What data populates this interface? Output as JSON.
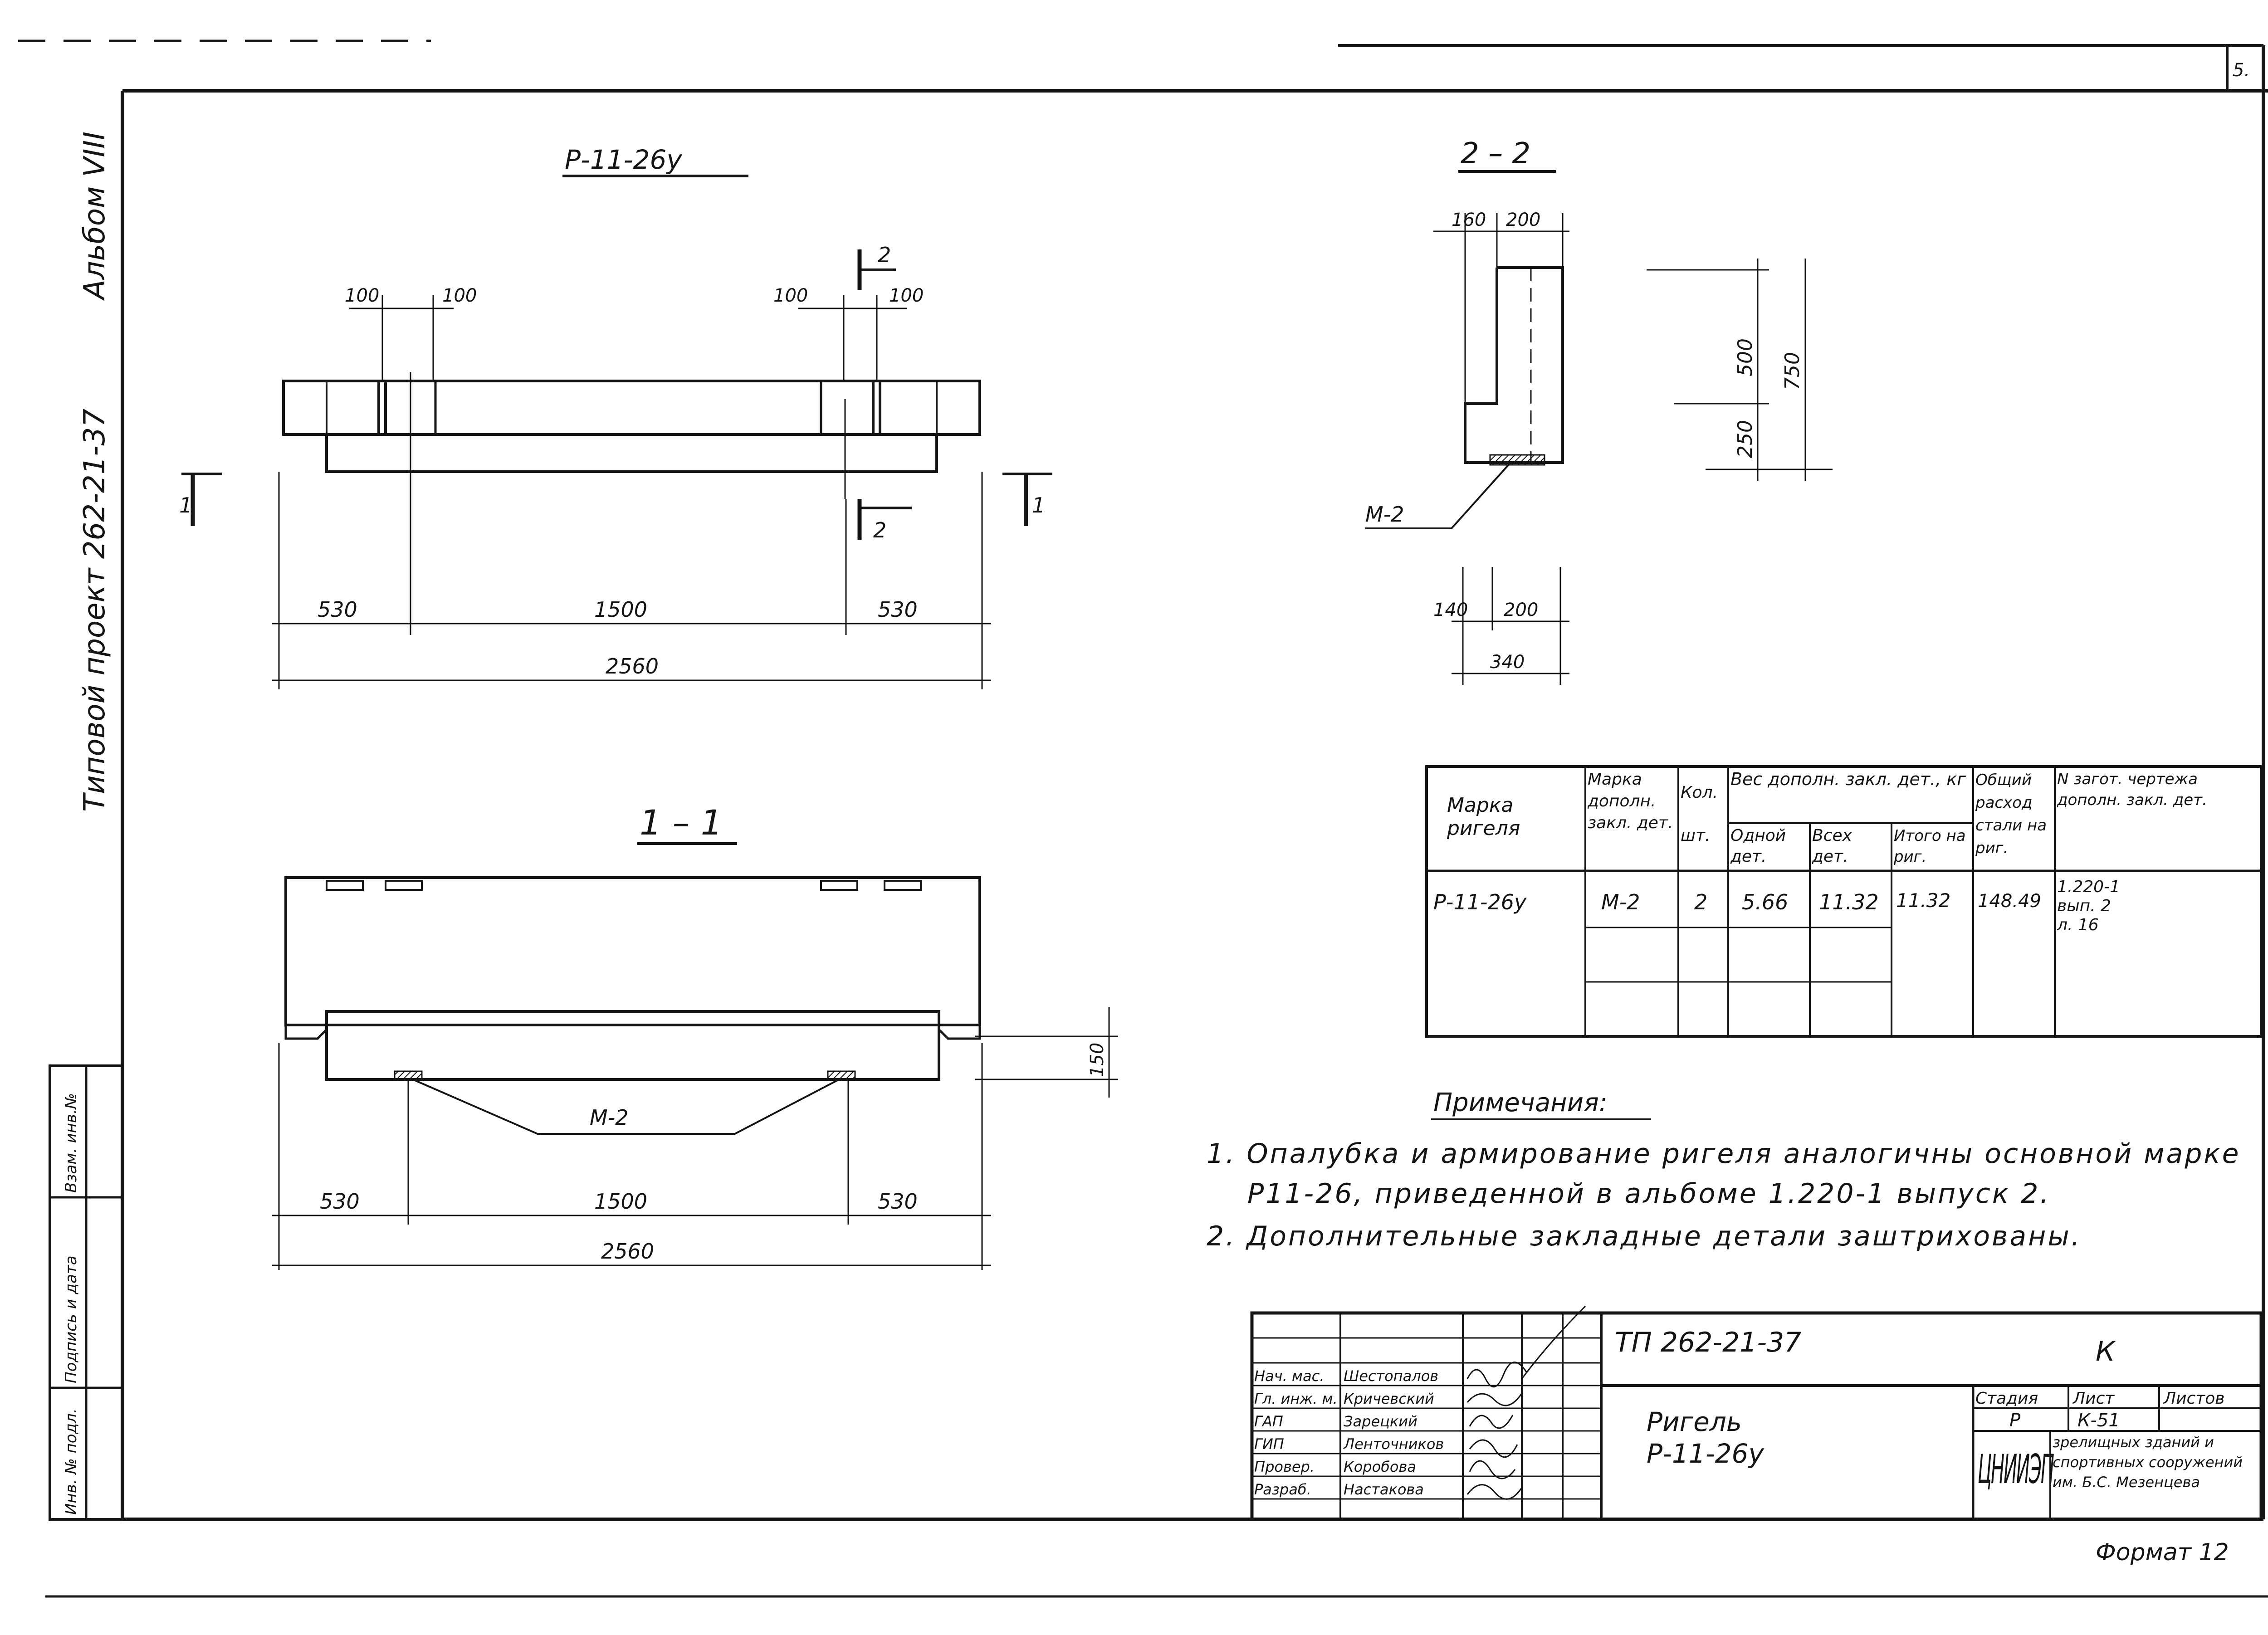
{
  "sheet_corner": "5.",
  "side_stamp": {
    "album": "Альбом VIII",
    "project": "Типовой проект 262-21-37",
    "inv_original": "Инв. № подл.",
    "sign_date": "Подпись и дата",
    "inv_replace": "Взам. инв.№"
  },
  "views": {
    "facade": {
      "title": "Р-11-26у",
      "dims": {
        "d100a": "100",
        "d100b": "100",
        "d100c": "100",
        "d100d": "100",
        "left": "530",
        "middle": "1500",
        "right": "530",
        "total": "2560"
      },
      "section_1": "1",
      "section_2": "2"
    },
    "section_2_2": {
      "title": "2 – 2",
      "dims": {
        "top_a": "160",
        "top_b": "200",
        "h_upper": "500",
        "h_lower": "250",
        "h_total": "750",
        "bot_a": "140",
        "bot_b": "200",
        "bot_total": "340"
      },
      "embedded_label": "М-2"
    },
    "section_1_1": {
      "title": "1 – 1",
      "dims": {
        "height": "150",
        "left": "530",
        "middle": "1500",
        "right": "530",
        "total": "2560"
      },
      "embedded_label": "М-2"
    }
  },
  "spec_table": {
    "headers": {
      "col1": "Марка ригеля",
      "col2": "Марка дополн. закл. дет.",
      "col3": "Кол. шт.",
      "weight_group": "Вес дополн. закл. дет., кг",
      "col4": "Одной дет.",
      "col5": "Всех дет.",
      "col6": "Итого на риг.",
      "col7": "Общий расход стали на риг.",
      "col8": "N загот. чертежа дополн. закл. дет."
    },
    "rows": [
      {
        "mark": "Р-11-26у",
        "part": "М-2",
        "qty": "2",
        "one": "5.66",
        "all": "11.32",
        "total": "11.32",
        "steel": "148.49",
        "drawing": "1.220-1 вып. 2 л. 16"
      }
    ]
  },
  "notes": {
    "title": "Примечания:",
    "items": [
      "1. Опалубка и армирование ригеля аналогичны основной марке Р11-26, приведенной в альбоме 1.220-1 выпуск 2.",
      "2. Дополнительные закладные детали заштрихованы."
    ]
  },
  "title_block": {
    "code": "ТП 262-21-37",
    "letter": "К",
    "roles": [
      "Нач. мас.",
      "Гл. инж. м.",
      "ГАП",
      "ГИП",
      "Провер.",
      "Разраб."
    ],
    "names": [
      "Шестопалов",
      "Кричевский",
      "Зарецкий",
      "Ленточников",
      "Коробова",
      "Настакова"
    ],
    "drawing_title": "Ригель Р-11-26у",
    "stage_label": "Стадия",
    "sheet_label": "Лист",
    "sheets_label": "Листов",
    "stage": "Р",
    "sheet": "К-51",
    "org_logo": "ЦНИИЭП",
    "org": "зрелищных зданий и спортивных сооружений им. Б.С. Мезенцева"
  },
  "format": "Формат 12"
}
